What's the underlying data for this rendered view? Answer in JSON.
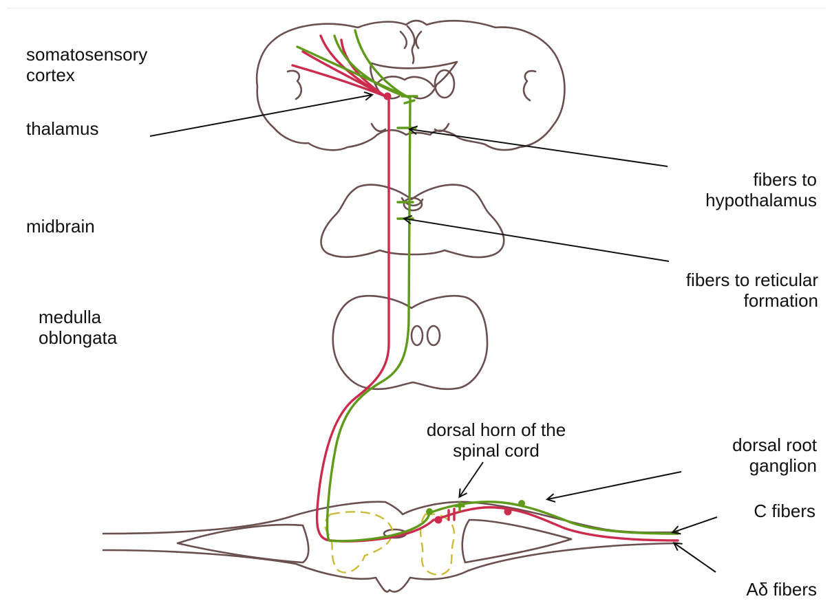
{
  "colors": {
    "outline": "#6b4e4e",
    "a_delta_pathway": "#cc2b4d",
    "c_pathway": "#5f9a1a",
    "grey_matter": "#cdbb3a"
  },
  "labels": {
    "somatosensory_cortex": "somatosensory\ncortex",
    "thalamus": "thalamus",
    "midbrain": "midbrain",
    "medulla_oblongata": "medulla\noblongata",
    "fibers_to_hypothalamus": "fibers to\nhypothalamus",
    "fibers_to_reticular_formation": "fibers to reticular\nformation",
    "dorsal_horn": "dorsal horn of the\nspinal cord",
    "dorsal_root_ganglion": "dorsal root\nganglion",
    "c_fibers": "C fibers",
    "a_delta_fibers": "Aδ  fibers"
  }
}
